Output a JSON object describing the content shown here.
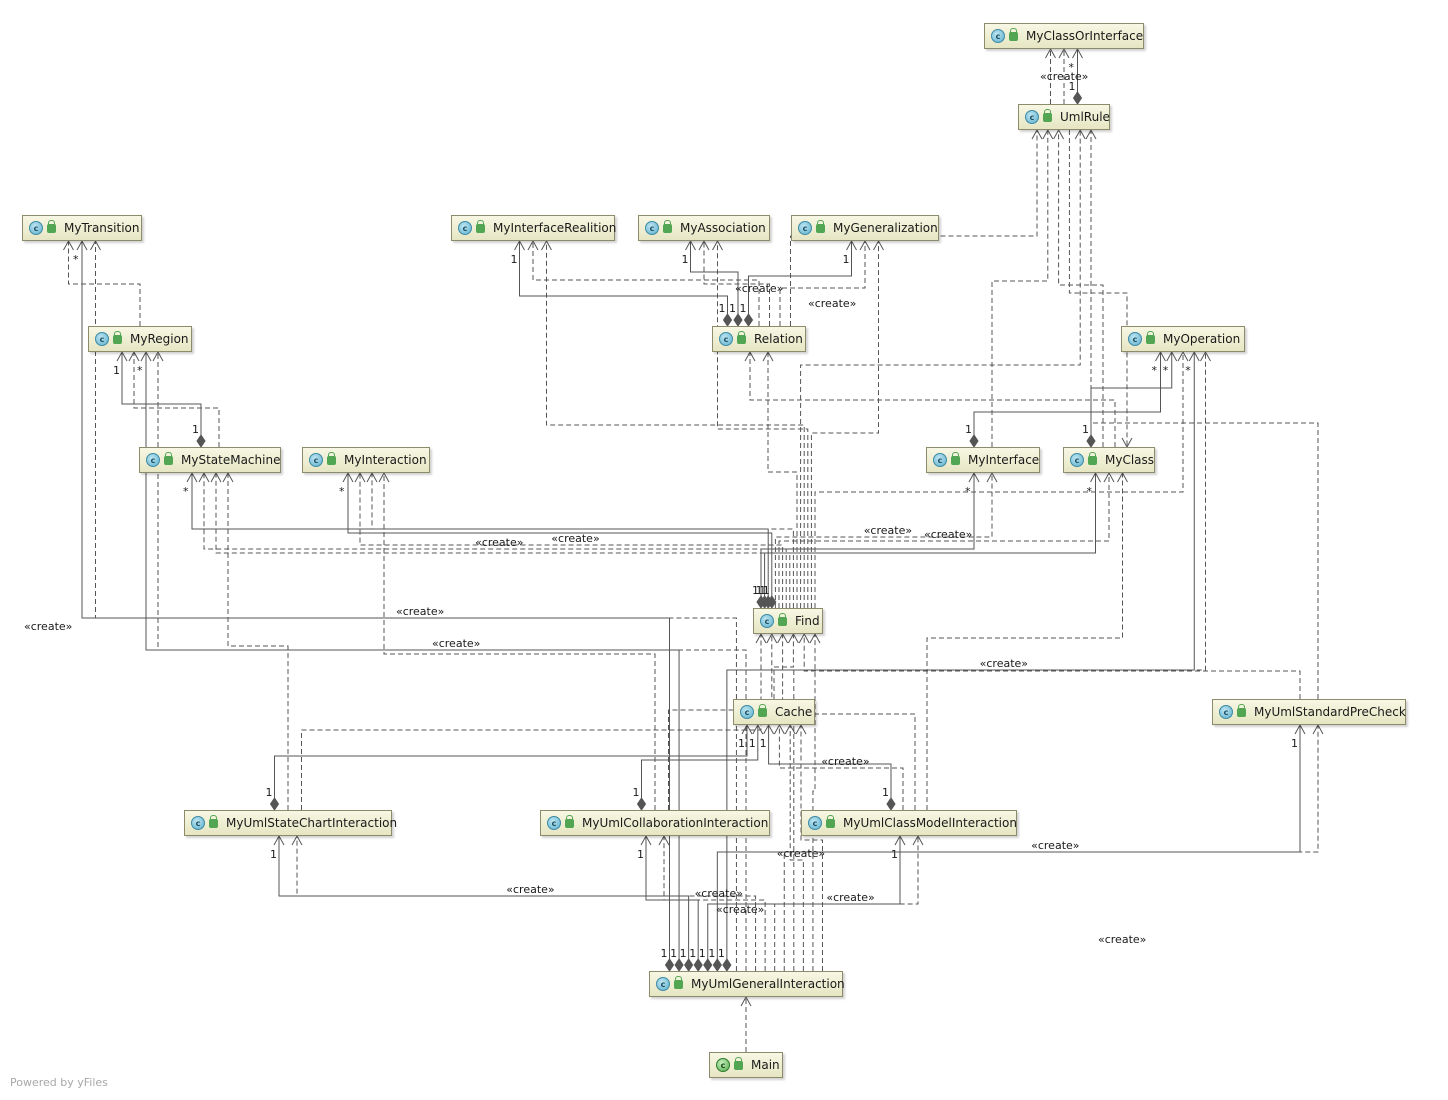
{
  "nodes": [
    {
      "id": "MyClassOrInterface",
      "label": "MyClassOrInterface"
    },
    {
      "id": "UmlRule",
      "label": "UmlRule"
    },
    {
      "id": "MyTransition",
      "label": "MyTransition"
    },
    {
      "id": "MyInterfaceRealition",
      "label": "MyInterfaceRealition"
    },
    {
      "id": "MyAssociation",
      "label": "MyAssociation"
    },
    {
      "id": "MyGeneralization",
      "label": "MyGeneralization"
    },
    {
      "id": "MyRegion",
      "label": "MyRegion"
    },
    {
      "id": "Relation",
      "label": "Relation"
    },
    {
      "id": "MyOperation",
      "label": "MyOperation"
    },
    {
      "id": "MyStateMachine",
      "label": "MyStateMachine"
    },
    {
      "id": "MyInteraction",
      "label": "MyInteraction"
    },
    {
      "id": "MyInterface",
      "label": "MyInterface"
    },
    {
      "id": "MyClass",
      "label": "MyClass"
    },
    {
      "id": "Find",
      "label": "Find"
    },
    {
      "id": "Cache",
      "label": "Cache"
    },
    {
      "id": "MyUmlStandardPreCheck",
      "label": "MyUmlStandardPreCheck"
    },
    {
      "id": "MyUmlStateChartInteraction",
      "label": "MyUmlStateChartInteraction"
    },
    {
      "id": "MyUmlCollaborationInteraction",
      "label": "MyUmlCollaborationInteraction"
    },
    {
      "id": "MyUmlClassModelInteraction",
      "label": "MyUmlClassModelInteraction"
    },
    {
      "id": "MyUmlGeneralInteraction",
      "label": "MyUmlGeneralInteraction"
    },
    {
      "id": "Main",
      "label": "Main"
    }
  ],
  "icons": {
    "class_icon": "class-c-icon",
    "visibility_icon": "public-lock-icon",
    "class_letter": "c"
  },
  "edges": [
    {
      "from": "UmlRule",
      "to": "MyClassOrInterface",
      "kind": "create"
    },
    {
      "from": "UmlRule",
      "to": "MyClassOrInterface",
      "kind": "dep"
    },
    {
      "from": "UmlRule",
      "to": "MyClassOrInterface",
      "kind": "composition",
      "mult_tail": "1",
      "mult_head": "*"
    },
    {
      "from": "MyRegion",
      "to": "MyTransition",
      "kind": "dep"
    },
    {
      "from": "MyStateMachine",
      "to": "MyRegion",
      "kind": "composition",
      "mult_tail": "1",
      "mult_head": "1"
    },
    {
      "from": "MyStateMachine",
      "to": "MyRegion",
      "kind": "dep"
    },
    {
      "from": "Relation",
      "to": "MyInterfaceRealition",
      "kind": "composition",
      "mult_tail": "1",
      "mult_head": "1"
    },
    {
      "from": "Relation",
      "to": "MyAssociation",
      "kind": "composition",
      "mult_tail": "1",
      "mult_head": "1"
    },
    {
      "from": "Relation",
      "to": "MyGeneralization",
      "kind": "composition",
      "mult_tail": "1",
      "mult_head": "1"
    },
    {
      "from": "Relation",
      "to": "MyInterfaceRealition",
      "kind": "create"
    },
    {
      "from": "Relation",
      "to": "MyAssociation",
      "kind": "create"
    },
    {
      "from": "Relation",
      "to": "MyGeneralization",
      "kind": "create"
    },
    {
      "from": "Relation",
      "to": "UmlRule",
      "kind": "dep"
    },
    {
      "from": "MyInterface",
      "to": "MyOperation",
      "kind": "composition",
      "mult_tail": "1",
      "mult_head": "*"
    },
    {
      "from": "MyClass",
      "to": "MyOperation",
      "kind": "composition",
      "mult_tail": "1",
      "mult_head": "*"
    },
    {
      "from": "MyInterface",
      "to": "UmlRule",
      "kind": "dep"
    },
    {
      "from": "MyClass",
      "to": "UmlRule",
      "kind": "dep"
    },
    {
      "from": "MyClass",
      "to": "Relation",
      "kind": "dep"
    },
    {
      "from": "UmlRule",
      "to": "MyClass",
      "kind": "dep"
    },
    {
      "from": "Find",
      "to": "MyInterface",
      "kind": "composition",
      "mult_tail": "1",
      "mult_head": "*"
    },
    {
      "from": "Find",
      "to": "MyClass",
      "kind": "composition",
      "mult_tail": "1",
      "mult_head": "*"
    },
    {
      "from": "Find",
      "to": "MyStateMachine",
      "kind": "composition",
      "mult_tail": "1",
      "mult_head": "*"
    },
    {
      "from": "Find",
      "to": "MyInteraction",
      "kind": "composition",
      "mult_tail": "1",
      "mult_head": "*"
    },
    {
      "from": "Find",
      "to": "MyInterface",
      "kind": "create",
      "label": "«create»"
    },
    {
      "from": "Find",
      "to": "MyClass",
      "kind": "create",
      "label": "«create»"
    },
    {
      "from": "Find",
      "to": "MyInteraction",
      "kind": "create",
      "label": "«create»"
    },
    {
      "from": "Find",
      "to": "MyStateMachine",
      "kind": "create",
      "label": "«create»"
    },
    {
      "from": "Find",
      "to": "MyStateMachine",
      "kind": "dep"
    },
    {
      "from": "Find",
      "to": "MyInteraction",
      "kind": "dep"
    },
    {
      "from": "Find",
      "to": "Relation",
      "kind": "dep"
    },
    {
      "from": "Find",
      "to": "UmlRule",
      "kind": "dep"
    },
    {
      "from": "Find",
      "to": "MyInterfaceRealition",
      "kind": "dep"
    },
    {
      "from": "Find",
      "to": "MyAssociation",
      "kind": "dep"
    },
    {
      "from": "Find",
      "to": "MyGeneralization",
      "kind": "dep"
    },
    {
      "from": "Find",
      "to": "MyOperation",
      "kind": "dep"
    },
    {
      "from": "MyUmlStateChartInteraction",
      "to": "Cache",
      "kind": "composition",
      "mult_tail": "1",
      "mult_head": "1"
    },
    {
      "from": "MyUmlCollaborationInteraction",
      "to": "Cache",
      "kind": "composition",
      "mult_tail": "1",
      "mult_head": "1"
    },
    {
      "from": "MyUmlClassModelInteraction",
      "to": "Cache",
      "kind": "composition",
      "mult_tail": "1",
      "mult_head": "1"
    },
    {
      "from": "MyUmlClassModelInteraction",
      "to": "Cache",
      "kind": "create",
      "label": "«create»"
    },
    {
      "from": "MyUmlStateChartInteraction",
      "to": "MyStateMachine",
      "kind": "dep"
    },
    {
      "from": "MyUmlStateChartInteraction",
      "to": "Find",
      "kind": "dep"
    },
    {
      "from": "MyUmlCollaborationInteraction",
      "to": "MyInteraction",
      "kind": "dep"
    },
    {
      "from": "MyUmlCollaborationInteraction",
      "to": "Find",
      "kind": "dep"
    },
    {
      "from": "MyUmlClassModelInteraction",
      "to": "Find",
      "kind": "dep"
    },
    {
      "from": "MyUmlClassModelInteraction",
      "to": "MyClass",
      "kind": "dep"
    },
    {
      "from": "Cache",
      "to": "Find",
      "kind": "dep"
    },
    {
      "from": "MyUmlStandardPreCheck",
      "to": "Find",
      "kind": "dep"
    },
    {
      "from": "MyUmlStandardPreCheck",
      "to": "UmlRule",
      "kind": "dep"
    },
    {
      "from": "MyUmlGeneralInteraction",
      "to": "MyTransition",
      "kind": "composition",
      "mult_tail": "1",
      "mult_head": "*"
    },
    {
      "from": "MyUmlGeneralInteraction",
      "to": "MyRegion",
      "kind": "composition",
      "mult_tail": "1",
      "mult_head": "*"
    },
    {
      "from": "MyUmlGeneralInteraction",
      "to": "MyUmlStateChartInteraction",
      "kind": "composition",
      "mult_tail": "1",
      "mult_head": "1"
    },
    {
      "from": "MyUmlGeneralInteraction",
      "to": "MyUmlCollaborationInteraction",
      "kind": "composition",
      "mult_tail": "1",
      "mult_head": "1"
    },
    {
      "from": "MyUmlGeneralInteraction",
      "to": "MyUmlClassModelInteraction",
      "kind": "composition",
      "mult_tail": "1",
      "mult_head": "1"
    },
    {
      "from": "MyUmlGeneralInteraction",
      "to": "MyUmlStandardPreCheck",
      "kind": "composition",
      "mult_tail": "1",
      "mult_head": "1"
    },
    {
      "from": "MyUmlGeneralInteraction",
      "to": "MyOperation",
      "kind": "composition",
      "mult_tail": "1",
      "mult_head": "*"
    },
    {
      "from": "MyUmlGeneralInteraction",
      "to": "MyTransition",
      "kind": "create",
      "label": "«create»"
    },
    {
      "from": "MyUmlGeneralInteraction",
      "to": "MyRegion",
      "kind": "create",
      "label": "«create»"
    },
    {
      "from": "MyUmlGeneralInteraction",
      "to": "MyUmlStateChartInteraction",
      "kind": "create",
      "label": "«create»"
    },
    {
      "from": "MyUmlGeneralInteraction",
      "to": "MyUmlCollaborationInteraction",
      "kind": "create",
      "label": "«create»"
    },
    {
      "from": "MyUmlGeneralInteraction",
      "to": "MyUmlClassModelInteraction",
      "kind": "create",
      "label": "«create»"
    },
    {
      "from": "MyUmlGeneralInteraction",
      "to": "MyUmlStandardPreCheck",
      "kind": "create",
      "label": "«create»"
    },
    {
      "from": "MyUmlGeneralInteraction",
      "to": "MyOperation",
      "kind": "create",
      "label": "«create»"
    },
    {
      "from": "MyUmlGeneralInteraction",
      "to": "Cache",
      "kind": "create",
      "label": "«create»"
    },
    {
      "from": "MyUmlGeneralInteraction",
      "to": "Find",
      "kind": "dep"
    },
    {
      "from": "MyUmlGeneralInteraction",
      "to": "Cache",
      "kind": "dep"
    },
    {
      "from": "Main",
      "to": "MyUmlGeneralInteraction",
      "kind": "dep"
    }
  ],
  "extra_labels": [
    "«create»",
    "«create»",
    "«create»",
    "«create»",
    "«create»",
    "«create»"
  ],
  "footer": {
    "credit": "Powered by yFiles"
  },
  "colors": {
    "node_fill_top": "#f7f7e4",
    "node_fill_bottom": "#e6e6c4",
    "node_border": "#8c8c6a",
    "edge": "#555555",
    "diamond": "#555555",
    "text": "#1a1a1a",
    "credit": "#a8a8a8"
  }
}
